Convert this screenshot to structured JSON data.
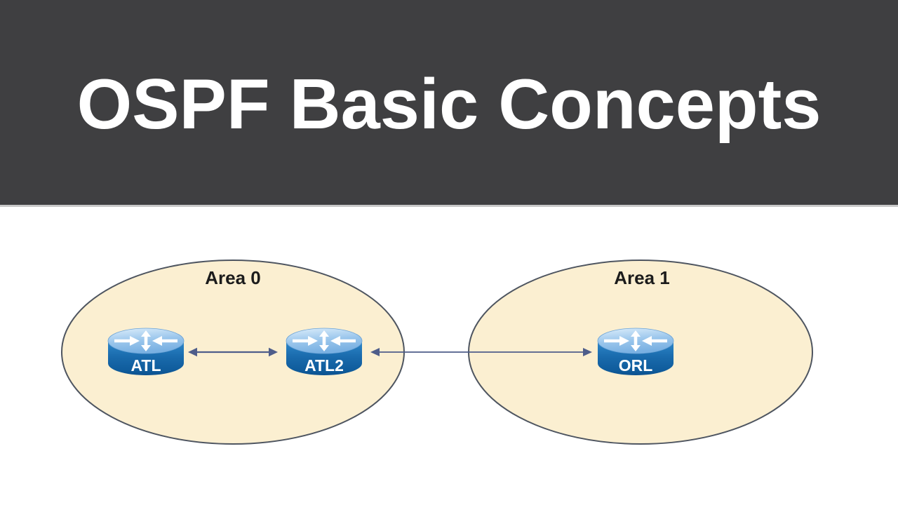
{
  "slide": {
    "title": "OSPF Basic Concepts"
  },
  "diagram": {
    "areas": [
      {
        "label": "Area 0"
      },
      {
        "label": "Area 1"
      }
    ],
    "routers": [
      {
        "label": "ATL",
        "area": "Area 0"
      },
      {
        "label": "ATL2",
        "area": "Area 0"
      },
      {
        "label": "ORL",
        "area": "Area 1"
      }
    ],
    "links": [
      {
        "from": "ATL",
        "to": "ATL2",
        "bidirectional": true
      },
      {
        "from": "ATL2",
        "to": "ORL",
        "bidirectional": true
      }
    ]
  },
  "colors": {
    "banner_bg": "#3f3f41",
    "banner_divider": "#c8c8c8",
    "title_text": "#ffffff",
    "area_fill": "#fbefd1",
    "area_stroke": "#4e5560",
    "arrow": "#4e5d8a",
    "router_body_blue": "#1a6bad",
    "router_top_blue": "#8cbfe9",
    "label_text": "#1c1c1c"
  }
}
